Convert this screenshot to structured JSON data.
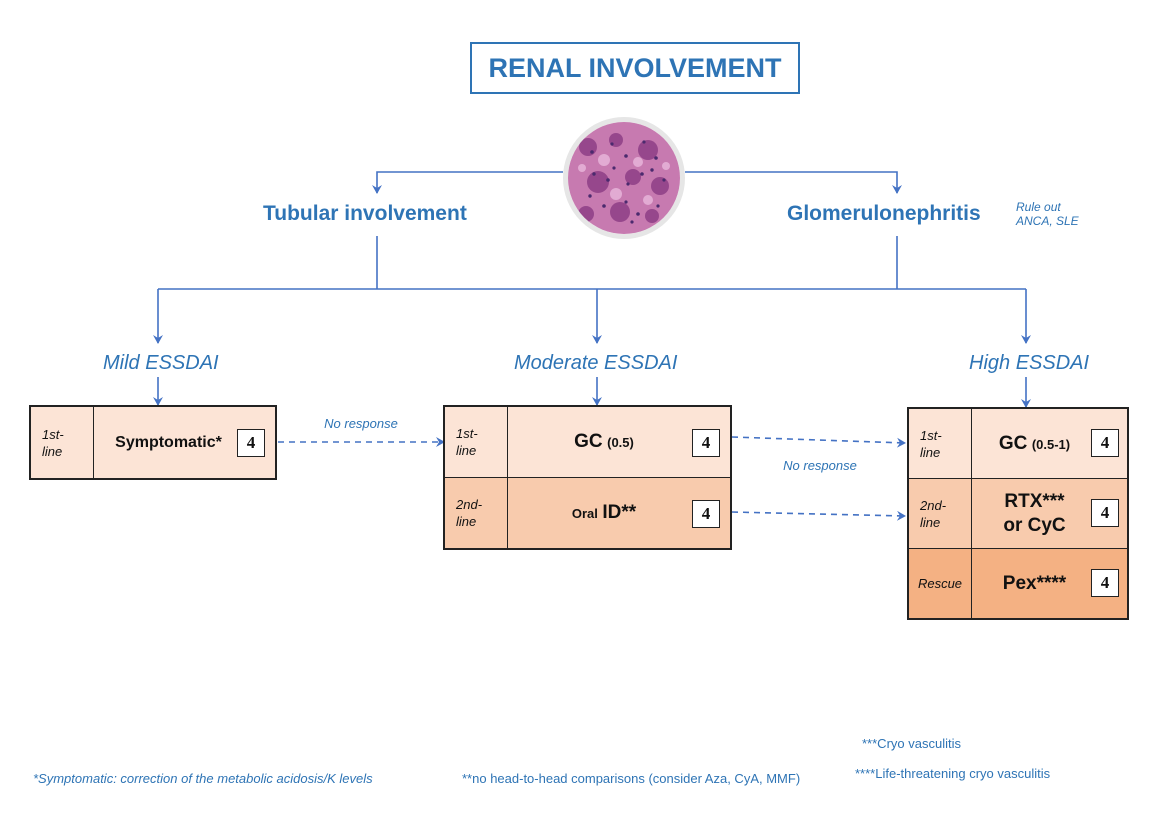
{
  "title": "RENAL INVOLVEMENT",
  "branches": {
    "left": "Tubular involvement",
    "right": "Glomerulonephritis",
    "right_note": "Rule out ANCA, SLE"
  },
  "levels": {
    "mild": "Mild ESSDAI",
    "moderate": "Moderate ESSDAI",
    "high": "High ESSDAI"
  },
  "no_response": {
    "first": "No response",
    "second": "No response"
  },
  "mild_table": {
    "row1": {
      "label": "1st-line",
      "text": "Symptomatic*",
      "level": "4"
    }
  },
  "moderate_table": {
    "row1": {
      "label": "1st-line",
      "text": "GC",
      "dose": "(0.5)",
      "level": "4"
    },
    "row2": {
      "label": "2nd-line",
      "prefix": "Oral",
      "text": "ID**",
      "level": "4"
    }
  },
  "high_table": {
    "row1": {
      "label": "1st-line",
      "text": "GC",
      "dose": "(0.5-1)",
      "level": "4"
    },
    "row2": {
      "label": "2nd-line",
      "text1": "RTX***",
      "text2": "or CyC",
      "level": "4"
    },
    "row3": {
      "label": "Rescue",
      "text": "Pex****",
      "level": "4"
    }
  },
  "footnotes": {
    "symptomatic": "*Symptomatic: correction of the metabolic acidosis/K levels",
    "no_h2h": "**no head-to-head comparisons (consider Aza, CyA, MMF)",
    "cryo": "***Cryo vasculitis",
    "life": "****Life-threatening cryo vasculitis"
  },
  "colors": {
    "accent": "#2e74b5",
    "arrow": "#4472c4",
    "first_line_fill": "#fce4d6",
    "second_line_fill": "#f8cbad",
    "rescue_fill": "#f4b183"
  }
}
